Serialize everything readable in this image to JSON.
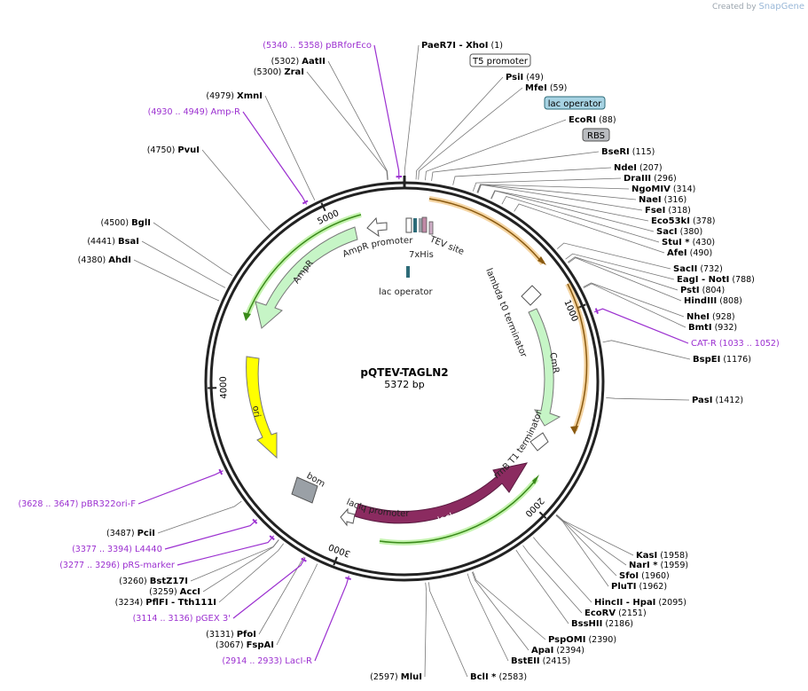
{
  "credit": {
    "prefix": "Created by",
    "brand": "SnapGene"
  },
  "plasmid": {
    "name": "pQTEV-TAGLN2",
    "size_label": "5372 bp",
    "length": 5372
  },
  "ticks": [
    {
      "bp": 1000,
      "label": "1000"
    },
    {
      "bp": 2000,
      "label": "2000"
    },
    {
      "bp": 3000,
      "label": "3000"
    },
    {
      "bp": 4000,
      "label": "4000"
    },
    {
      "bp": 5000,
      "label": "5000"
    }
  ],
  "colors": {
    "AmpR": "#c6f5c6",
    "CmR": "#c6f5c6",
    "lacI": "#8b2b60",
    "ori": "#ffff00",
    "bom": "#9aa0a6",
    "halo_orange": "#e6a030",
    "halo_green": "#3a8a1a",
    "primer": "#9b2fd0"
  },
  "enzymes": [
    {
      "name": "PaeR7I",
      "name2": "XhoI",
      "pos": "(1)",
      "bp": 1
    },
    {
      "name": "PsiI",
      "pos": "(49)",
      "bp": 49
    },
    {
      "name": "MfeI",
      "pos": "(59)",
      "bp": 59
    },
    {
      "name": "EcoRI",
      "pos": "(88)",
      "bp": 88
    },
    {
      "name": "BseRI",
      "pos": "(115)",
      "bp": 115
    },
    {
      "name": "NdeI",
      "pos": "(207)",
      "bp": 207
    },
    {
      "name": "DraIII",
      "pos": "(296)",
      "bp": 296
    },
    {
      "name": "NgoMIV",
      "pos": "(314)",
      "bp": 314
    },
    {
      "name": "NaeI",
      "pos": "(316)",
      "bp": 316
    },
    {
      "name": "FseI",
      "pos": "(318)",
      "bp": 318
    },
    {
      "name": "Eco53kI",
      "pos": "(378)",
      "bp": 378
    },
    {
      "name": "SacI",
      "pos": "(380)",
      "bp": 380
    },
    {
      "name": "StuI *",
      "pos": "(430)",
      "bp": 430
    },
    {
      "name": "AfeI",
      "pos": "(490)",
      "bp": 490
    },
    {
      "name": "SacII",
      "pos": "(732)",
      "bp": 732
    },
    {
      "name": "EagI",
      "name2": "NotI",
      "pos": "(788)",
      "bp": 788
    },
    {
      "name": "PstI",
      "pos": "(804)",
      "bp": 804
    },
    {
      "name": "HindIII",
      "pos": "(808)",
      "bp": 808
    },
    {
      "name": "NheI",
      "pos": "(928)",
      "bp": 928
    },
    {
      "name": "BmtI",
      "pos": "(932)",
      "bp": 932
    },
    {
      "name": "BspEI",
      "pos": "(1176)",
      "bp": 1176
    },
    {
      "name": "PasI",
      "pos": "(1412)",
      "bp": 1412
    },
    {
      "name": "KasI",
      "pos": "(1958)",
      "bp": 1958
    },
    {
      "name": "NarI *",
      "pos": "(1959)",
      "bp": 1959
    },
    {
      "name": "SfoI",
      "pos": "(1960)",
      "bp": 1960
    },
    {
      "name": "PluTI",
      "pos": "(1962)",
      "bp": 1962
    },
    {
      "name": "HincII",
      "name2": "HpaI",
      "pos": "(2095)",
      "bp": 2095
    },
    {
      "name": "EcoRV",
      "pos": "(2151)",
      "bp": 2151
    },
    {
      "name": "BssHII",
      "pos": "(2186)",
      "bp": 2186
    },
    {
      "name": "PspOMI",
      "pos": "(2390)",
      "bp": 2390
    },
    {
      "name": "ApaI",
      "pos": "(2394)",
      "bp": 2394
    },
    {
      "name": "BstEII",
      "pos": "(2415)",
      "bp": 2415
    },
    {
      "name": "BclI *",
      "pos": "(2583)",
      "bp": 2583
    },
    {
      "name": "MluI",
      "pos": "(2597)",
      "bp": 2597
    },
    {
      "name": "FspAI",
      "pos": "(3067)",
      "bp": 3067
    },
    {
      "name": "PfoI",
      "pos": "(3131)",
      "bp": 3131
    },
    {
      "name": "PflFI",
      "name2": "Tth111I",
      "pos": "(3234)",
      "bp": 3234
    },
    {
      "name": "AccI",
      "pos": "(3259)",
      "bp": 3259
    },
    {
      "name": "BstZ17I",
      "pos": "(3260)",
      "bp": 3260
    },
    {
      "name": "PciI",
      "pos": "(3487)",
      "bp": 3487
    },
    {
      "name": "AhdI",
      "pos": "(4380)",
      "bp": 4380
    },
    {
      "name": "BsaI",
      "pos": "(4441)",
      "bp": 4441
    },
    {
      "name": "BglI",
      "pos": "(4500)",
      "bp": 4500
    },
    {
      "name": "PvuI",
      "pos": "(4750)",
      "bp": 4750
    },
    {
      "name": "XmnI",
      "pos": "(4979)",
      "bp": 4979
    },
    {
      "name": "ZraI",
      "pos": "(5300)",
      "bp": 5300
    },
    {
      "name": "AatII",
      "pos": "(5302)",
      "bp": 5302
    }
  ],
  "primers": [
    {
      "name": "pBRforEco",
      "range": "(5340 .. 5358)",
      "bp": 5349
    },
    {
      "name": "Amp-R",
      "range": "(4930 .. 4949)",
      "bp": 4940
    },
    {
      "name": "CAT-R",
      "range": "(1033 .. 1052)",
      "bp": 1043
    },
    {
      "name": "pBR322ori-F",
      "range": "(3628 .. 3647)",
      "bp": 3638
    },
    {
      "name": "L4440",
      "range": "(3377 .. 3394)",
      "bp": 3386
    },
    {
      "name": "pRS-marker",
      "range": "(3277 .. 3296)",
      "bp": 3287
    },
    {
      "name": "pGEX 3'",
      "range": "(3114 .. 3136)",
      "bp": 3125
    },
    {
      "name": "LacI-R",
      "range": "(2914 .. 2933)",
      "bp": 2924
    }
  ],
  "boxed_features": [
    {
      "name": "T5 promoter",
      "style": "plain"
    },
    {
      "name": "lac operator",
      "style": "blue"
    },
    {
      "name": "RBS",
      "style": "gray"
    }
  ],
  "features": [
    {
      "name": "AmpR"
    },
    {
      "name": "AmpR promoter"
    },
    {
      "name": "ori"
    },
    {
      "name": "bom"
    },
    {
      "name": "lacIq promoter"
    },
    {
      "name": "lacI"
    },
    {
      "name": "rrnB T1 terminator"
    },
    {
      "name": "CmR"
    },
    {
      "name": "lambda t0 terminator"
    },
    {
      "name": "TEV site"
    },
    {
      "name": "7xHis"
    },
    {
      "name": "lac operator"
    }
  ]
}
